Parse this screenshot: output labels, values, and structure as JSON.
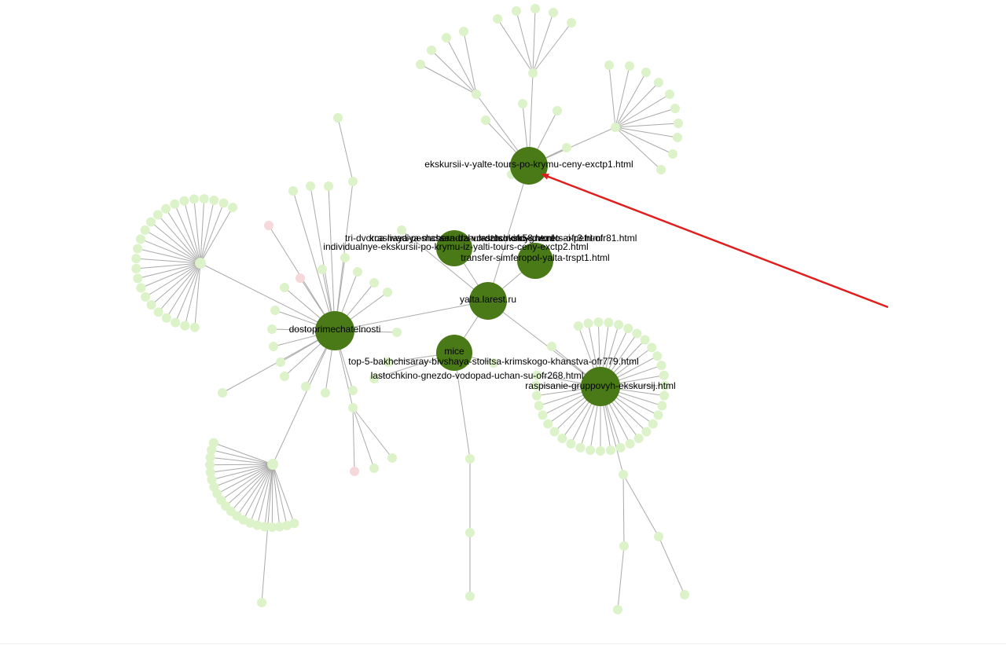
{
  "graph": {
    "colors": {
      "main_node": "#4a7a17",
      "leaf_node": "#dcf2c8",
      "error_node": "#f6d8da",
      "edge": "#aaaaaa",
      "arrow": "#e01e1e",
      "label": "#000000"
    },
    "labels": {
      "root": "yalta.larest.ru",
      "excursions": "ekskursii-v-yalte-tours-po-krymu-ceny-exctp1.html",
      "individual": "individualnye-ekskursii-po-krymu-iz-yalti-tours-ceny-exctp2.html",
      "overlap_a": "tri-dvorca-livadiya-massandra-vorontsovskiy-dvorets-ofr3.html",
      "overlap_b": "krasnaya-peshchera-dzhur-dzhur-ofr58.html",
      "overlap_c": "lastochkino-gnezdo-ai-petri-ofr81.html",
      "transfer": "transfer-simferopol-yalta-trspt1.html",
      "sights": "dostoprimechatelnosti",
      "mice": "mice",
      "bakhchisaray": "top-5-bakhchisaray-bivshaya-stolitsa-krimskogo-khanstva-ofr779.html",
      "lastochkino": "lastochkino-gnezdo-vodopad-uchan-su-ofr268.html",
      "schedule": "raspisanie-gruppovyh-ekskursij.html"
    }
  }
}
